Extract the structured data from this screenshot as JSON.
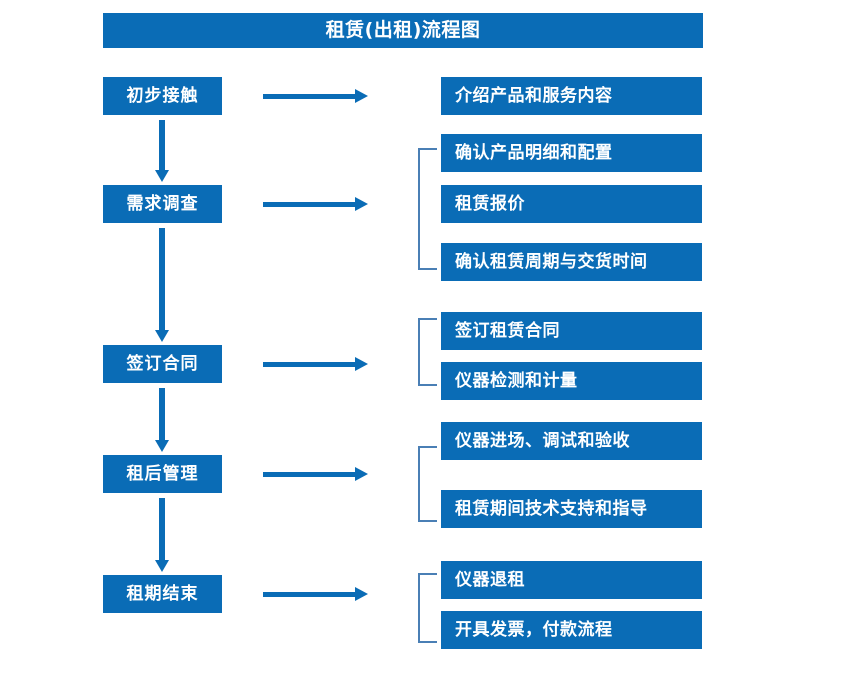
{
  "chart_data": {
    "type": "diagram",
    "title": "租赁(出租)流程图",
    "diagram_kind": "flowchart",
    "orientation": "vertical-with-branches"
  },
  "header": {
    "title": "租赁(出租)流程图"
  },
  "colors": {
    "box_blue": "#0a6cb6",
    "bracket_blue": "#4a7fb5",
    "text_white": "#ffffff",
    "background": "#ffffff"
  },
  "stages": [
    {
      "id": "stage-1",
      "label": "初步接触"
    },
    {
      "id": "stage-2",
      "label": "需求调查"
    },
    {
      "id": "stage-3",
      "label": "签订合同"
    },
    {
      "id": "stage-4",
      "label": "租后管理"
    },
    {
      "id": "stage-5",
      "label": "租期结束"
    }
  ],
  "details": {
    "group_1": [
      {
        "id": "detail-1-1",
        "label": "介绍产品和服务内容"
      }
    ],
    "group_2": [
      {
        "id": "detail-2-1",
        "label": "确认产品明细和配置"
      },
      {
        "id": "detail-2-2",
        "label": "租赁报价"
      },
      {
        "id": "detail-2-3",
        "label": "确认租赁周期与交货时间"
      }
    ],
    "group_3": [
      {
        "id": "detail-3-1",
        "label": "签订租赁合同"
      },
      {
        "id": "detail-3-2",
        "label": "仪器检测和计量"
      }
    ],
    "group_4": [
      {
        "id": "detail-4-1",
        "label": "仪器进场、调试和验收"
      },
      {
        "id": "detail-4-2",
        "label": "租赁期间技术支持和指导"
      }
    ],
    "group_5": [
      {
        "id": "detail-5-1",
        "label": "仪器退租"
      },
      {
        "id": "detail-5-2",
        "label": "开具发票，付款流程"
      }
    ]
  }
}
